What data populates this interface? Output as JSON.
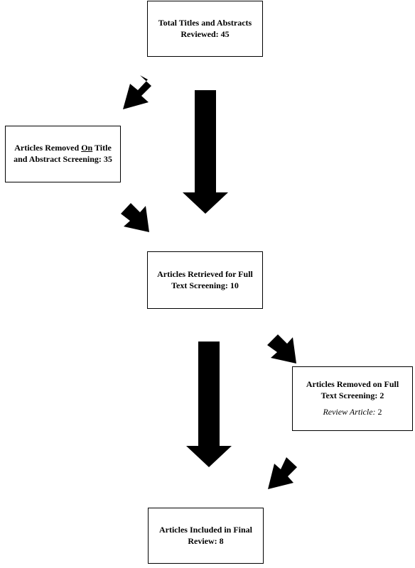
{
  "diagram": {
    "total": {
      "line1": "Total Titles and Abstracts",
      "line2": "Reviewed: 45"
    },
    "removed_title": {
      "line1_pre": "Articles Removed ",
      "line1_under": "On",
      "line1_post": " Title",
      "line2": "and Abstract Screening: 35"
    },
    "retrieved": {
      "line1": "Articles Retrieved for Full",
      "line2": "Text Screening: 10"
    },
    "removed_full": {
      "line1": "Articles Removed on Full",
      "line2": "Text Screening: 2",
      "reason_label": "Review Article:",
      "reason_value": " 2"
    },
    "included": {
      "line1": "Articles Included in Final",
      "line2": "Review: 8"
    }
  }
}
